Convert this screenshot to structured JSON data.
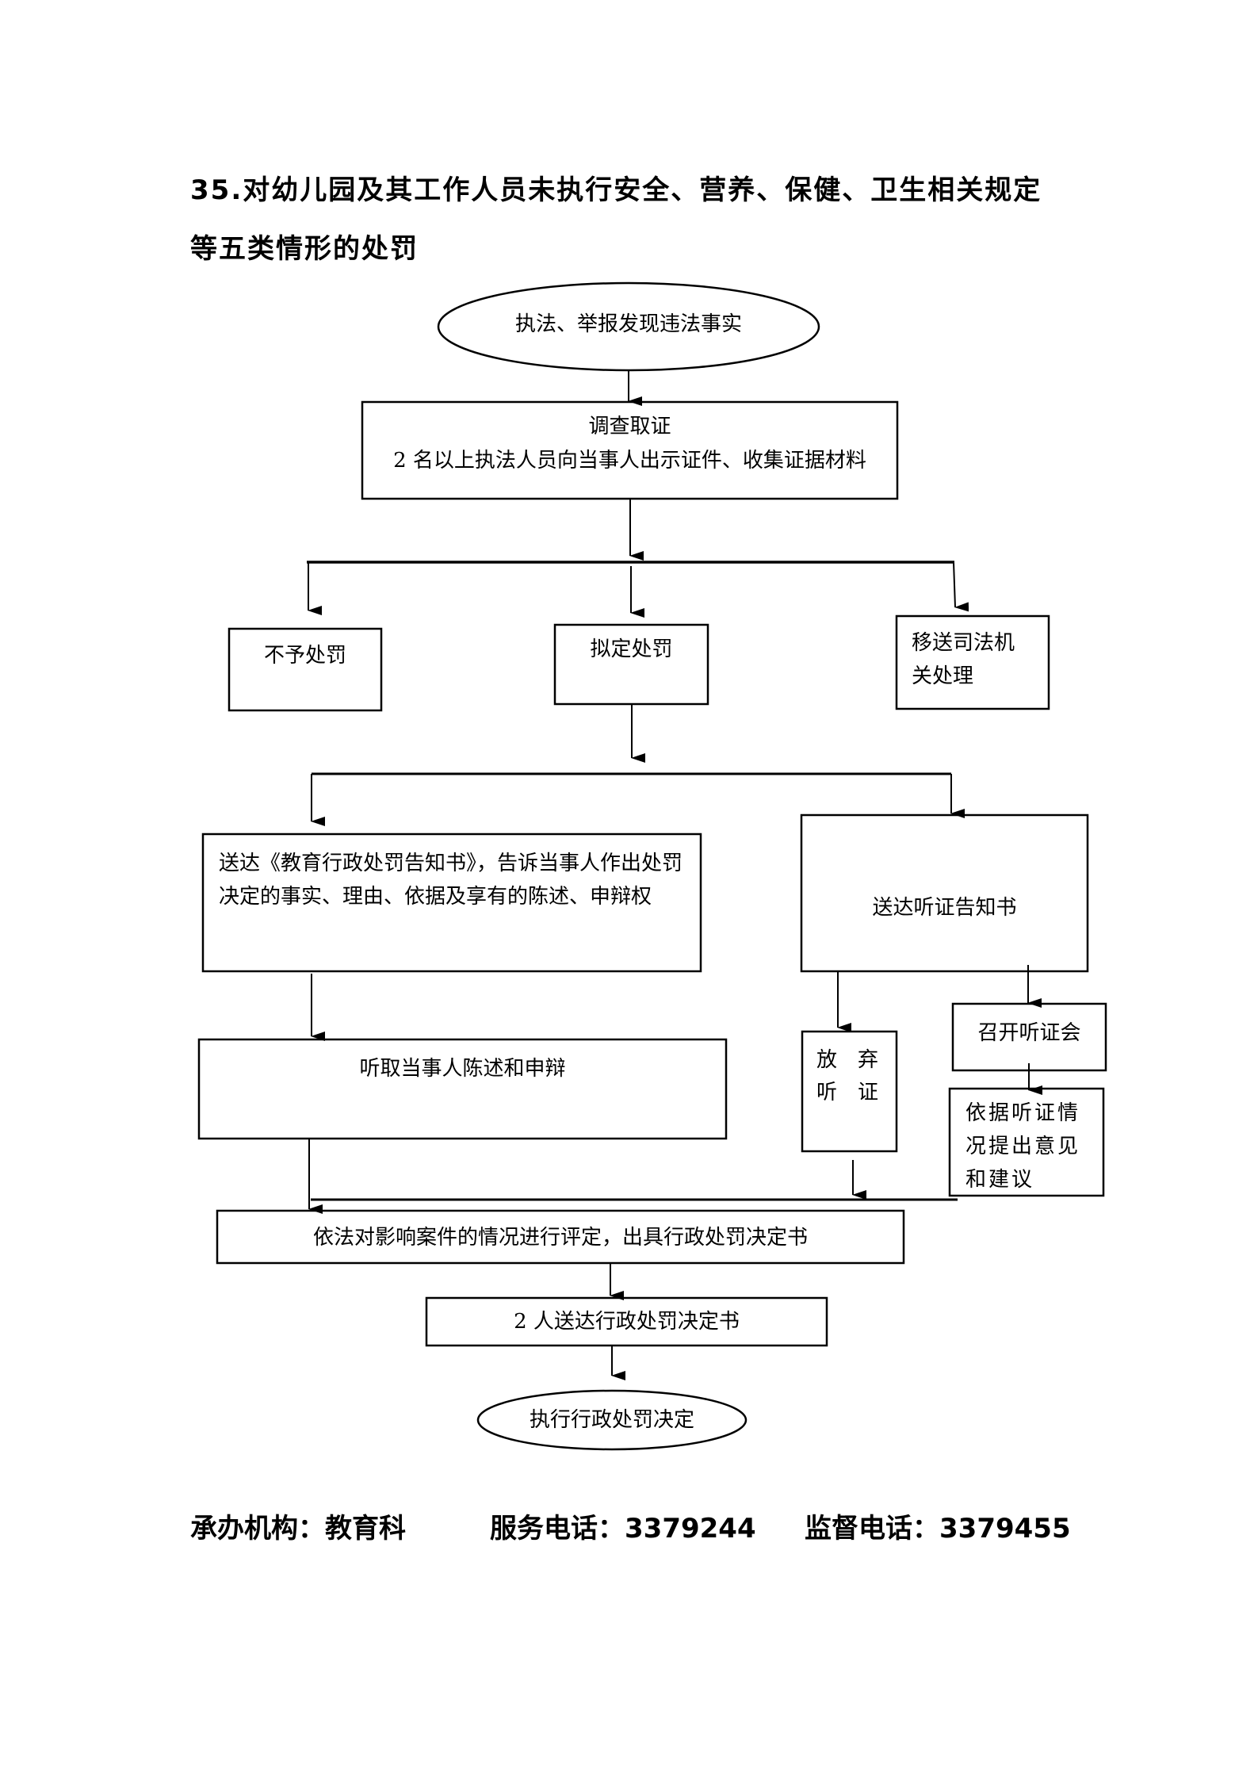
{
  "document": {
    "title_line1": "35.对幼儿园及其工作人员未执行安全、营养、保健、卫生相关规定",
    "title_line2": "等五类情形的处罚"
  },
  "flowchart": {
    "start": "执法、举报发现违法事实",
    "investigate_title": "调查取证",
    "investigate_detail": "2 名以上执法人员向当事人出示证件、收集证据材料",
    "no_penalty": "不予处罚",
    "propose_penalty": "拟定处罚",
    "transfer_judicial": "移送司法机关处理",
    "notify_penalty": "送达《教育行政处罚告知书》，告诉当事人作出处罚决定的事实、理由、依据及享有的陈述、申辩权",
    "notify_hearing": "送达听证告知书",
    "hear_statement": "听取当事人陈述和申辩",
    "waive_hearing_line1": "放　弃",
    "waive_hearing_line2": "听　证",
    "hold_hearing": "召开听证会",
    "hearing_opinion": "依据听证情况提出意见和建议",
    "decision": "依法对影响案件的情况进行评定，出具行政处罚决定书",
    "deliver": "2 人送达行政处罚决定书",
    "end": "执行行政处罚决定"
  },
  "footer": {
    "org_label": "承办机构：",
    "org_value": "教育科",
    "service_label": "服务电话：",
    "service_value": "3379244",
    "supervise_label": "监督电话：",
    "supervise_value": "3379455"
  }
}
